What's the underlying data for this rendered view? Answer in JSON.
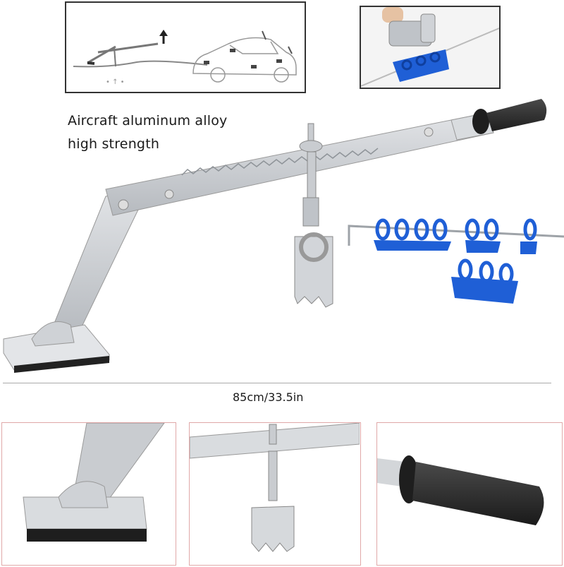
{
  "feature_text": {
    "line1": "Aircraft aluminum alloy",
    "line2": "high strength"
  },
  "dimension_text": "85cm/33.5in",
  "colors": {
    "aluminum": "#c9ccd0",
    "aluminum_dark": "#9ea3a8",
    "grip": "#2b2b2b",
    "blue_tab": "#1f5fd6",
    "frame_dark": "#333333",
    "frame_red": "#e0a8a8"
  },
  "panels": {
    "top_left": "usage-diagram",
    "top_right": "tabs-in-use-photo",
    "bottom": [
      "base-pad-detail",
      "hook-assembly-detail",
      "handle-grip-detail"
    ]
  }
}
